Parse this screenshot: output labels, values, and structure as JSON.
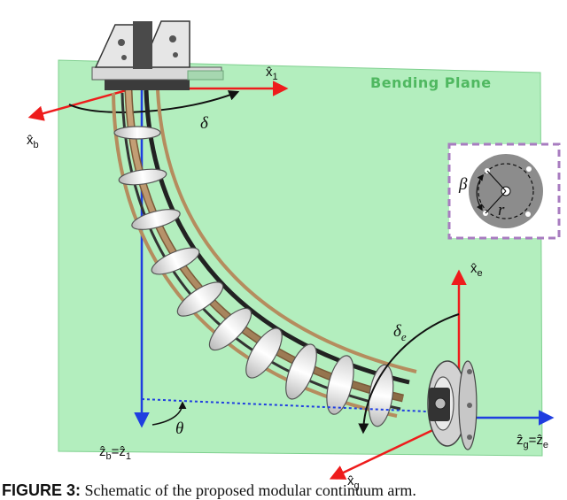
{
  "figure": {
    "plane_label": "Bending Plane",
    "caption_label": "FIGURE 3:",
    "caption_text": " Schematic of the proposed modular continuum arm.",
    "colors": {
      "plane_fill": "#a6ebb3",
      "plane_edge": "#7fd08f",
      "axis_red": "#ee1c1c",
      "axis_blue": "#1f3ee0",
      "inset_border": "#a87cc0",
      "disk_gray": "#8c8c8c"
    },
    "axis_labels": {
      "x1": "x̂1",
      "xb": "x̂b",
      "xe": "x̂e",
      "xg": "x̂g",
      "zb_z1": "ẑb=ẑ1",
      "zg_ze": "ẑg=ẑe"
    },
    "symbols": {
      "delta": "δ",
      "delta_e": "δe",
      "theta": "θ",
      "beta": "β",
      "r": "r"
    },
    "icons": [
      "base-mount-icon",
      "end-effector-gripper-icon",
      "cross-section-disk-icon"
    ]
  }
}
